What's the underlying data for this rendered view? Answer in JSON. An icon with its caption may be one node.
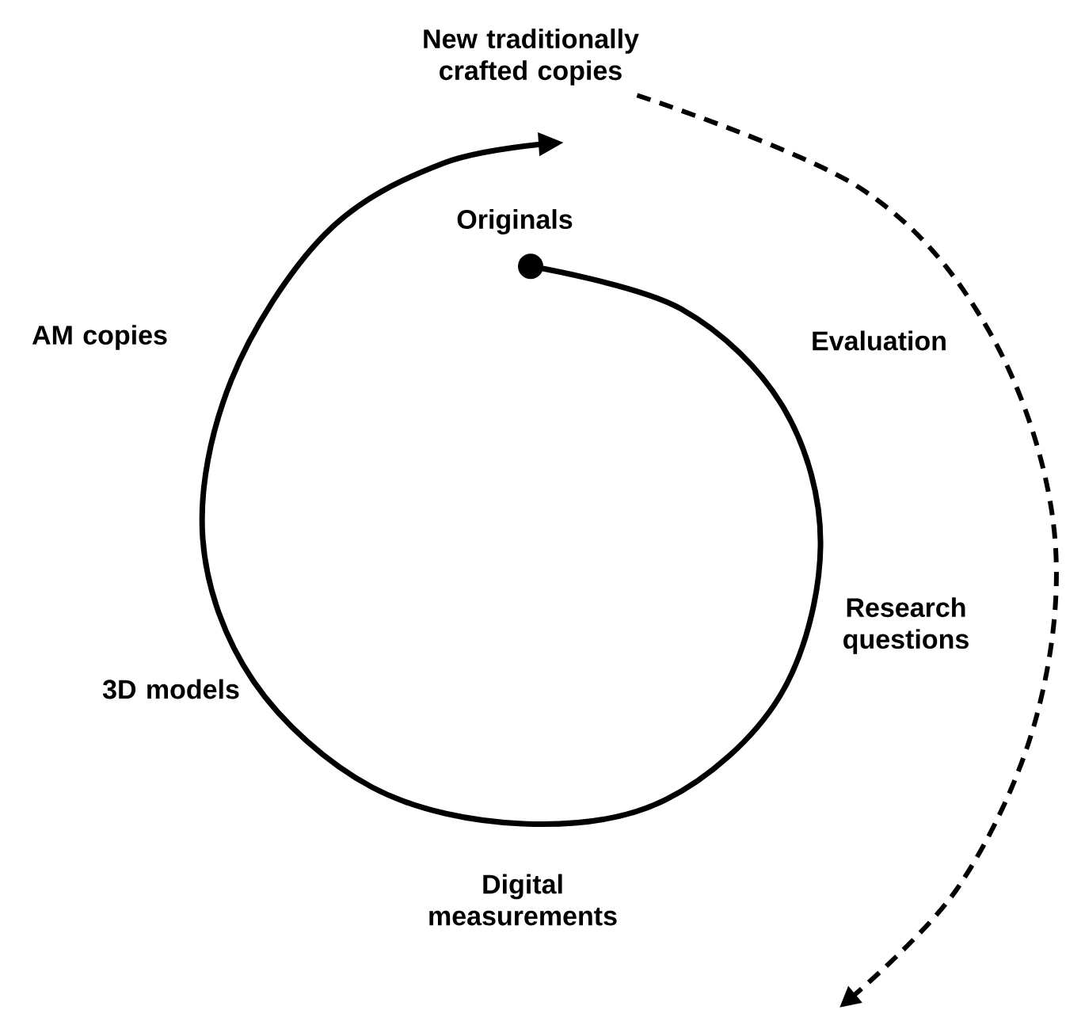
{
  "diagram": {
    "nodes": [
      {
        "text": [
          "Originals"
        ]
      },
      {
        "text": [
          "New traditionally crafted copies"
        ]
      }
    ],
    "edges": [
      {
        "from": 0,
        "to": 1,
        "arrow": "to"
      },
      {
        "from": 1,
        "to": null,
        "arrow": "to",
        "style": "dashed"
      }
    ],
    "labels": [
      "AM copies",
      "Evaluation",
      "Research questions",
      "3D models",
      "Digital measurements"
    ]
  }
}
